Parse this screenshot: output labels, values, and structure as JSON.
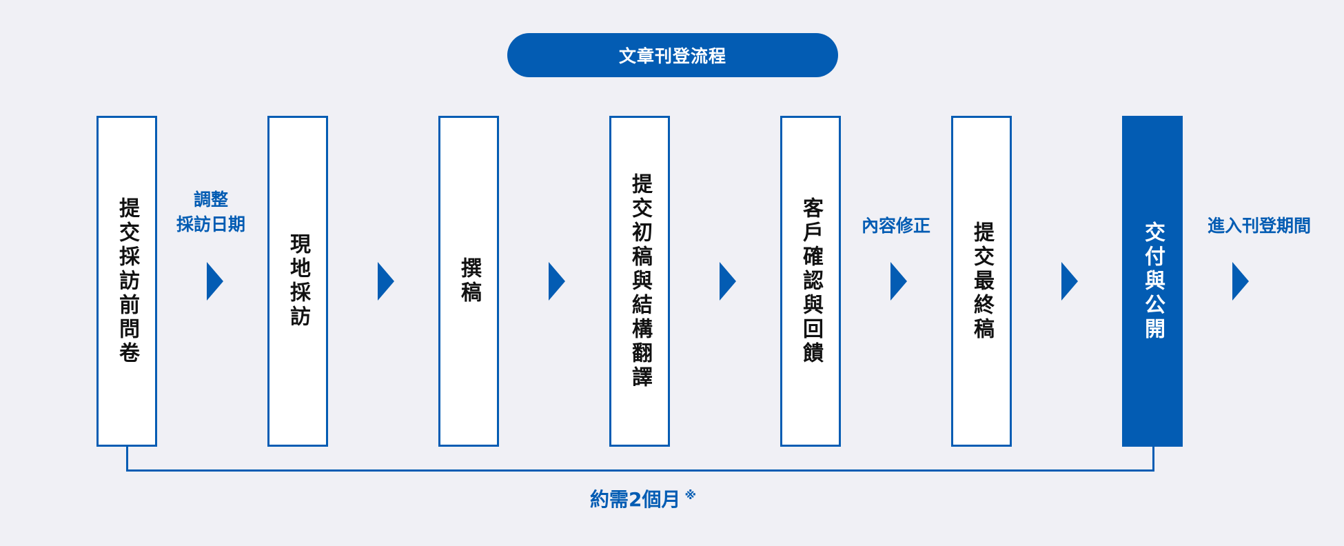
{
  "title": "文章刊登流程",
  "steps": [
    {
      "label": "提交採訪前問卷",
      "highlighted": false
    },
    {
      "label": "現地採訪",
      "highlighted": false
    },
    {
      "label": "撰稿",
      "highlighted": false
    },
    {
      "label": "提交初稿與結構翻譯",
      "highlighted": false
    },
    {
      "label": "客戶確認與回饋",
      "highlighted": false
    },
    {
      "label": "提交最終稿",
      "highlighted": false
    },
    {
      "label": "交付與公開",
      "highlighted": true
    }
  ],
  "notes": {
    "schedule_line1": "調整",
    "schedule_line2": "採訪日期",
    "revision": "內容修正",
    "publication": "進入刊登期間"
  },
  "duration": {
    "text": "約需2個月",
    "mark": "※"
  },
  "colors": {
    "accent": "#035cb3",
    "background": "#f0f0f5",
    "box_fill": "#ffffff",
    "text": "#111111"
  }
}
